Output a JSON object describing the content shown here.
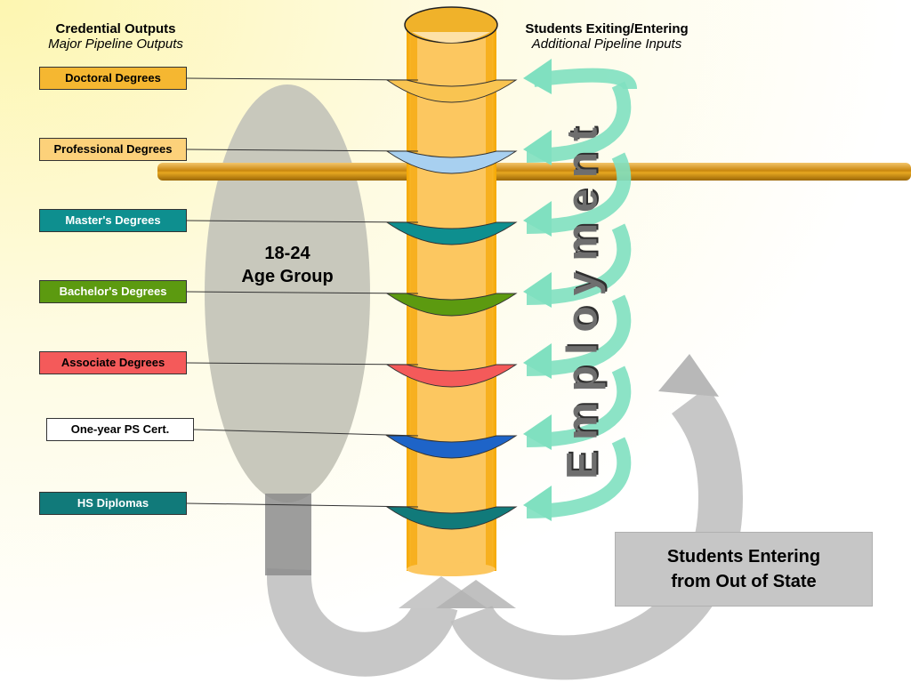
{
  "headers": {
    "left_title": "Credential Outputs",
    "left_subtitle": "Major Pipeline Outputs",
    "right_title": "Students Exiting/Entering",
    "right_subtitle": "Additional Pipeline Inputs"
  },
  "credentials": [
    {
      "label": "Doctoral Degrees",
      "color": "#f5b731",
      "ring": "#f9c451"
    },
    {
      "label": "Professional Degrees",
      "color": "#fcd17a",
      "ring": "#a8d0f0"
    },
    {
      "label": "Master's Degrees",
      "color": "#0e8f8f",
      "ring": "#0e8f8f"
    },
    {
      "label": "Bachelor's Degrees",
      "color": "#5c9a10",
      "ring": "#5c9a10"
    },
    {
      "label": "Associate Degrees",
      "color": "#f45a5a",
      "ring": "#f45a5a"
    },
    {
      "label": "One-year PS Cert.",
      "color": "#ffffff",
      "ring": "#1e64c8"
    },
    {
      "label": "HS Diplomas",
      "color": "#117a7a",
      "ring": "#117a7a"
    }
  ],
  "age_group": {
    "line1": "18-24",
    "line2": "Age Group"
  },
  "out_of_state": "Students Entering\nfrom Out of State",
  "employment": "Employment",
  "colors": {
    "pipe": "#fcc760",
    "pipe_edge": "#f5a800",
    "arrow": "#80e0c0",
    "ellipse": "#c8c8bc",
    "loop_arrow": "#bdbdbd",
    "bar": "#d89a1a"
  }
}
